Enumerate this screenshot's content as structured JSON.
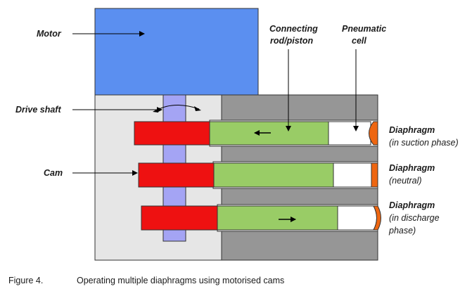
{
  "labels": {
    "motor": "Motor",
    "drive_shaft": "Drive shaft",
    "cam": "Cam",
    "connecting_rod_line1": "Connecting",
    "connecting_rod_line2": "rod/piston",
    "pneumatic_line1": "Pneumatic",
    "pneumatic_line2": "cell",
    "diaphragm_suction_title": "Diaphragm",
    "diaphragm_suction_sub": "(in suction phase)",
    "diaphragm_neutral_title": "Diaphragm",
    "diaphragm_neutral_sub": "(neutral)",
    "diaphragm_discharge_title": "Diaphragm",
    "diaphragm_discharge_sub1": "(in discharge",
    "diaphragm_discharge_sub2": "phase)"
  },
  "caption": {
    "figure": "Figure 4.",
    "text": "Operating multiple diaphragms using motorised cams"
  },
  "colors": {
    "motor": "#5b8ff0",
    "housing": "#e6e6e6",
    "block": "#969696",
    "shaft": "#a4a4f4",
    "cam": "#ee1111",
    "piston": "#99cc66",
    "cell": "#ffffff",
    "diaphragm": "#ee6611"
  }
}
